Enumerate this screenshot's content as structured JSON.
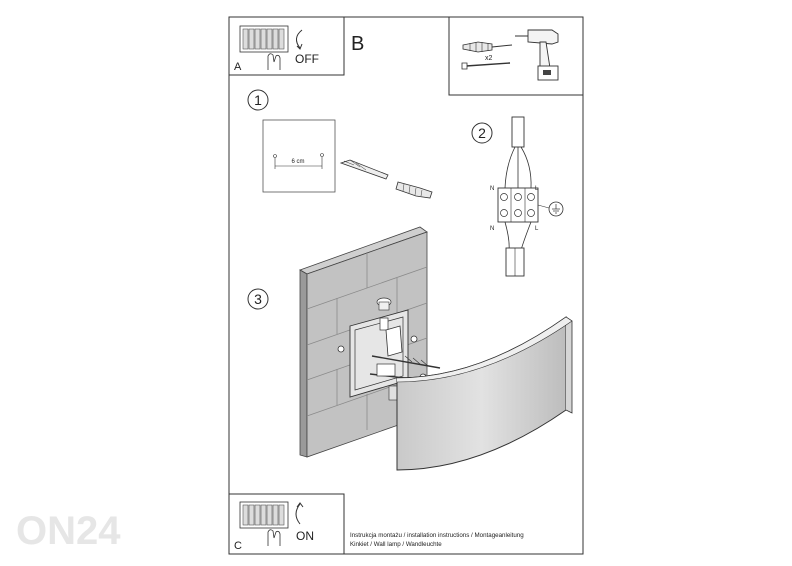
{
  "panels": {
    "a": {
      "letter": "A",
      "switch_text": "OFF"
    },
    "b": {
      "letter": "B",
      "qty": "x2"
    },
    "c": {
      "letter": "C",
      "switch_text": "ON"
    }
  },
  "steps": {
    "one": "1",
    "two": "2",
    "three": "3"
  },
  "measure": {
    "distance": "6 cm"
  },
  "wiring": {
    "n_top": "N",
    "l_top": "L",
    "n_bottom": "N",
    "l_bottom": "L"
  },
  "footer": {
    "line1": "Instrukcja montażu / installation instructions / Montageanleitung",
    "line2": "Kinkiet / Wall lamp / Wandleuchte"
  },
  "watermark": "ON24"
}
